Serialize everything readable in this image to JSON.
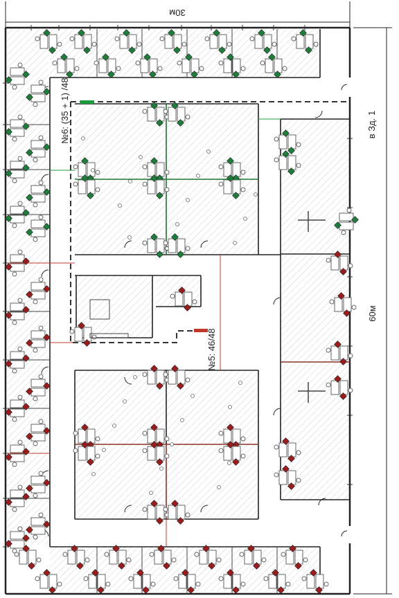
{
  "dimensions": {
    "top_width": "30м",
    "side_height": "60м"
  },
  "labels": {
    "building": "в Зд. 1",
    "zone6": "№6: (35 + 1) /48",
    "zone5": "№5: 46/48"
  },
  "colors": {
    "wall": "#222222",
    "hatch": "#c9c9c9",
    "zone6_border": "#3a3a3a",
    "green_line": "#1a9c3a",
    "red_line": "#c0392b",
    "green_chair": "#1e7d3b",
    "red_chair": "#9b1c1c",
    "furniture": "#666666"
  },
  "icons": {
    "desk_cluster": "desk-cluster-icon",
    "occupied_green": "seat-occupied-green-icon",
    "occupied_red": "seat-occupied-red-icon"
  }
}
